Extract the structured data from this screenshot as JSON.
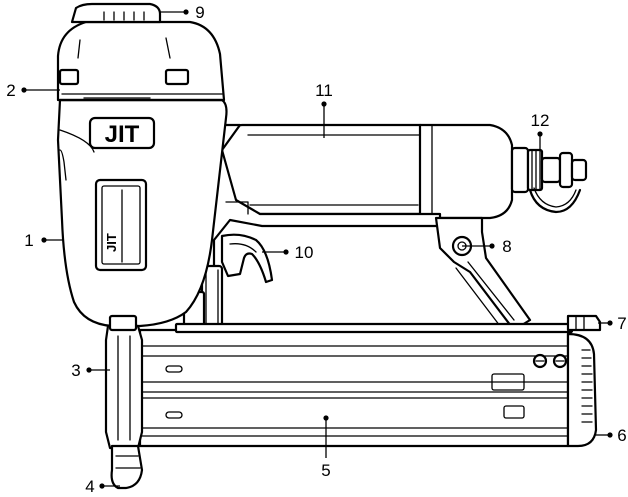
{
  "brand": {
    "logo_text": "JIT",
    "side_label_text": "JIT"
  },
  "callouts": [
    {
      "id": "1",
      "label": "1"
    },
    {
      "id": "2",
      "label": "2"
    },
    {
      "id": "3",
      "label": "3"
    },
    {
      "id": "4",
      "label": "4"
    },
    {
      "id": "5",
      "label": "5"
    },
    {
      "id": "6",
      "label": "6"
    },
    {
      "id": "7",
      "label": "7"
    },
    {
      "id": "8",
      "label": "8"
    },
    {
      "id": "9",
      "label": "9"
    },
    {
      "id": "10",
      "label": "10"
    },
    {
      "id": "11",
      "label": "11"
    },
    {
      "id": "12",
      "label": "12"
    }
  ]
}
